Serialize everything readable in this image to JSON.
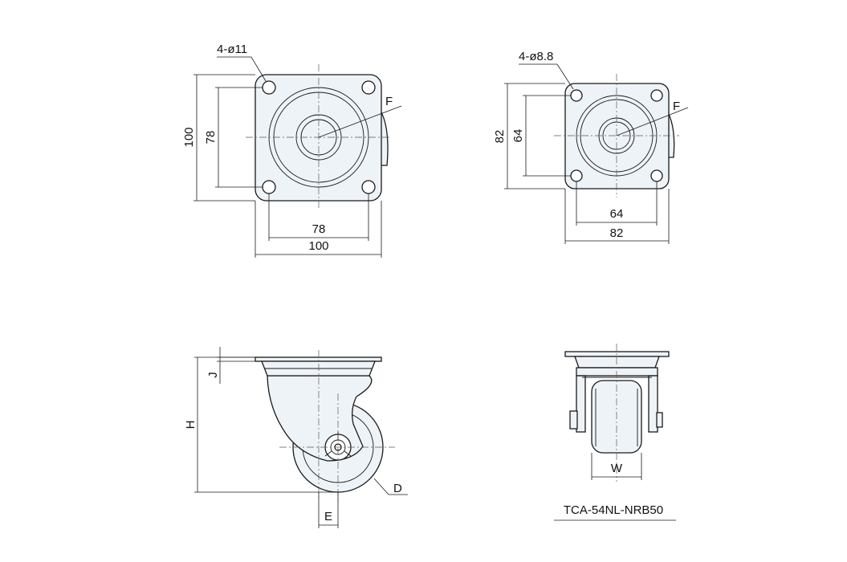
{
  "colors": {
    "line": "#1a1a1a",
    "fill": "#eef3f7",
    "background": "#ffffff"
  },
  "plate_large": {
    "hole_note": "4-ø11",
    "height_outer": "100",
    "height_inner": "78",
    "width_inner": "78",
    "width_outer": "100",
    "f_label": "F"
  },
  "plate_small": {
    "hole_note": "4-ø8.8",
    "height_outer": "82",
    "height_inner": "64",
    "width_inner": "64",
    "width_outer": "82",
    "f_label": "F"
  },
  "side_view": {
    "j_label": "J",
    "h_label": "H",
    "d_label": "D",
    "e_label": "E"
  },
  "front_view": {
    "w_label": "W",
    "model": "TCA-54NL-NRB50"
  }
}
